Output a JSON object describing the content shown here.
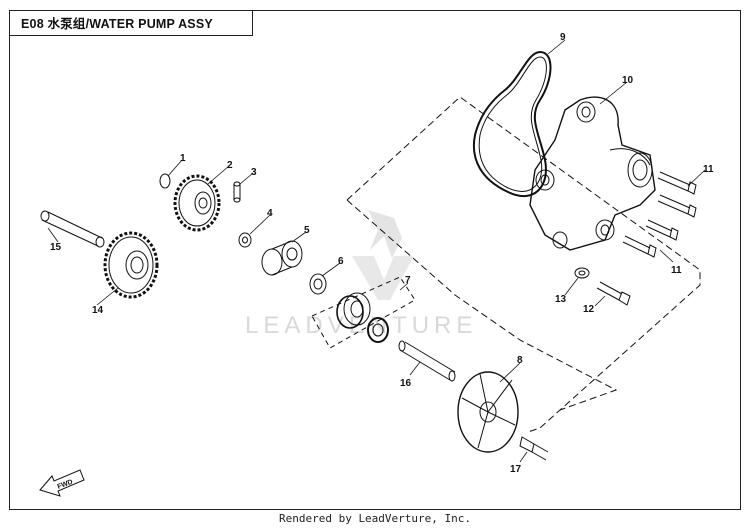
{
  "header": {
    "title": "E08 水泵组/WATER PUMP ASSY"
  },
  "footer": {
    "text": "Rendered by LeadVerture, Inc."
  },
  "watermark": {
    "text": "LEADVENTURE"
  },
  "direction_tag": {
    "text": "FWD"
  },
  "callouts": {
    "c1": "1",
    "c2": "2",
    "c3": "3",
    "c4": "4",
    "c5": "5",
    "c6": "6",
    "c7": "7",
    "c8": "8",
    "c9": "9",
    "c10": "10",
    "c11a": "11",
    "c11b": "11",
    "c12": "12",
    "c13": "13",
    "c14": "14",
    "c15": "15",
    "c16": "16",
    "c17": "17"
  },
  "colors": {
    "line": "#111111",
    "watermark": "#d9d9d9"
  }
}
